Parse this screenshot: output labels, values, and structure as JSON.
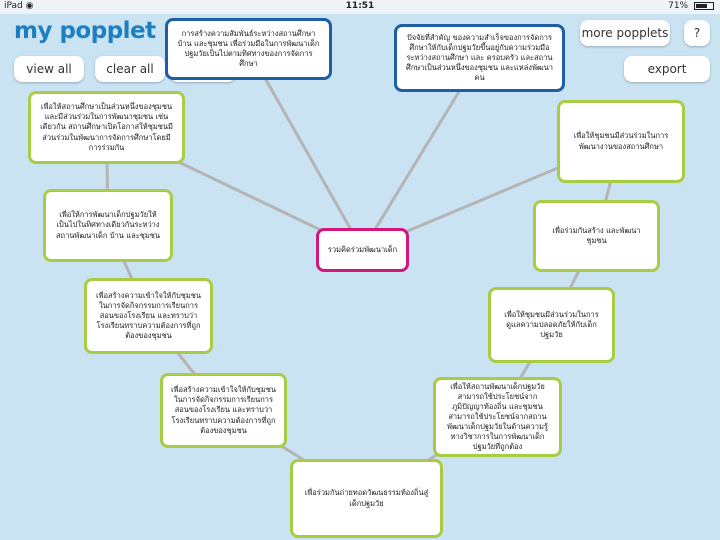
{
  "status_bar": {
    "device": "iPad",
    "wifi": "wifi-icon",
    "time": "11:51",
    "battery_text": "71%",
    "battery_level": 0.71
  },
  "app": {
    "title": "my popplet"
  },
  "toolbar": {
    "view_all": "view all",
    "clear_all": "clear all",
    "more_popplets": "more popplets",
    "help": "?",
    "export": "export",
    "color_icon": "color-square-icon",
    "settings_icon": "gear-icon",
    "selected_color": "#1d5ea5"
  },
  "colors": {
    "background": "#c9e3f3",
    "green_border": "#a9cc45",
    "blue_border": "#1d5ea5",
    "pink_border": "#d0177d",
    "connector": "#b4b4b4"
  },
  "popplets": [
    {
      "id": "center",
      "color": "pink",
      "text": "รวมคิดร่วมพัฒนาเด็ก"
    },
    {
      "id": "top-left",
      "color": "blue",
      "text": "การสร้างความสัมพันธ์ระหว่างสถานศึกษา บ้าน และชุมชน เพื่อร่วมมือในการพัฒนาเด็กปฐมวัยเป็นไปตามทิศทางของการจัดการศึกษา"
    },
    {
      "id": "top-right",
      "color": "blue",
      "text": "ปัจจัยที่สำคัญ ของความสำเร็จของการจัดการศึกษาให้กับเด็กปฐมวัยขึ้นอยู่กับความร่วมมือระหว่างสถานศึกษา และ ครอบครัว และสถานศึกษาเป็นส่วนหนึ่งของชุมชน และแหล่งพัฒนาคน"
    },
    {
      "id": "left-1",
      "color": "green",
      "text": "เพื่อให้สถานศึกษาเป็นส่วนหนึ่งของชุมชน และมีส่วนร่วมในการพัฒนาชุมชน เช่นเดียวกัน สถานศึกษาเปิดโอกาสให้ชุมชนมีส่วนร่วมในพัฒนาการจัดการศึกษาโดยมีการร่วมกัน"
    },
    {
      "id": "left-2",
      "color": "green",
      "text": "เพื่อให้การพัฒนาเด็กปฐมวัยให้เป็นไปในทิศทางเดียวกันระหว่างสถานพัฒนาเด็ก บ้าน และชุมชน"
    },
    {
      "id": "left-3",
      "color": "green",
      "text": "เพื่อสร้างความเข้าใจให้กับชุมชนในการจัดกิจกรรมการเรียนการสอนของโรงเรียน และทราบว่าโรงเรียนทราบความต้องการที่ถูกต้องของชุมชน"
    },
    {
      "id": "left-4",
      "color": "green",
      "text": "เพื่อสร้างความเข้าใจให้กับชุมชนในการจัดกิจกรรมการเรียนการสอนของโรงเรียน และทราบว่าโรงเรียนทราบความต้องการที่ถูกต้องของชุมชน"
    },
    {
      "id": "bottom",
      "color": "green",
      "text": "เพื่อร่วมกันถ่ายทอดวัฒนธรรมท้องถิ่นสู่เด็กปฐมวัย"
    },
    {
      "id": "right-1",
      "color": "green",
      "text": "เพื่อให้ชุมชนมีส่วนร่วมในการพัฒนางานของสถานศึกษา"
    },
    {
      "id": "right-2",
      "color": "green",
      "text": "เพื่อร่วมกันสร้าง และพัฒนาชุมชน"
    },
    {
      "id": "right-3",
      "color": "green",
      "text": "เพื่อให้ชุมชนมีส่วนร่วมในการดูแลความปลอดภัยให้กับเด็กปฐมวัย"
    },
    {
      "id": "right-4",
      "color": "green",
      "text": "เพื่อให้สถานพัฒนาเด็กปฐมวัยสามารถใช้ประโยชน์จากภูมิปัญญาท้องถิ่น และชุมชนสามารถใช้ประโยชน์จากสถานพัฒนาเด็กปฐมวัยในด้านความรู้ ทางวิชาการในการพัฒนาเด็กปฐมวัยที่ถูกต้อง"
    }
  ]
}
